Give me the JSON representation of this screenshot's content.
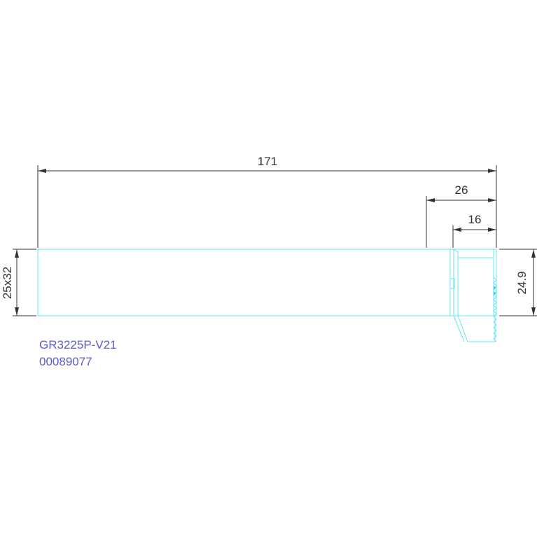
{
  "drawing": {
    "dimensions": {
      "overall_length": "171",
      "section_26": "26",
      "section_16": "16",
      "profile_size": "25x32",
      "inner_height": "24.9"
    },
    "part_number": "GR3225P-V21",
    "article_number": "00089077"
  },
  "colors": {
    "dimension": "#333333",
    "part_outline": "#66e6f0",
    "part_label": "#5a5ad6",
    "background": "#ffffff"
  }
}
